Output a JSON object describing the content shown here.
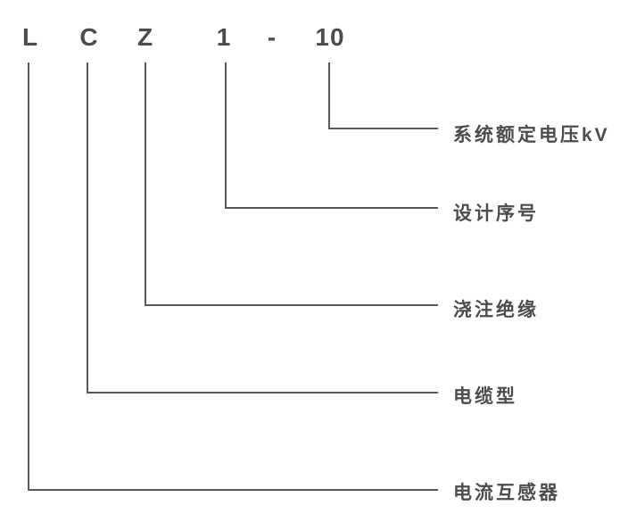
{
  "diagram": {
    "description_type": "model-code-designation-diagram",
    "code_chars": [
      "L",
      "C",
      "Z",
      "1",
      "-",
      "10"
    ],
    "annotations": [
      {
        "code": "10",
        "label": "系统额定电压kV"
      },
      {
        "code": "1",
        "label": "设计序号"
      },
      {
        "code": "Z",
        "label": "浇注绝缘"
      },
      {
        "code": "C",
        "label": "电缆型"
      },
      {
        "code": "L",
        "label": "电流互感器"
      }
    ],
    "colors": {
      "background": "#ffffff",
      "line": "#58585a",
      "text": "#4b4c4e"
    }
  }
}
